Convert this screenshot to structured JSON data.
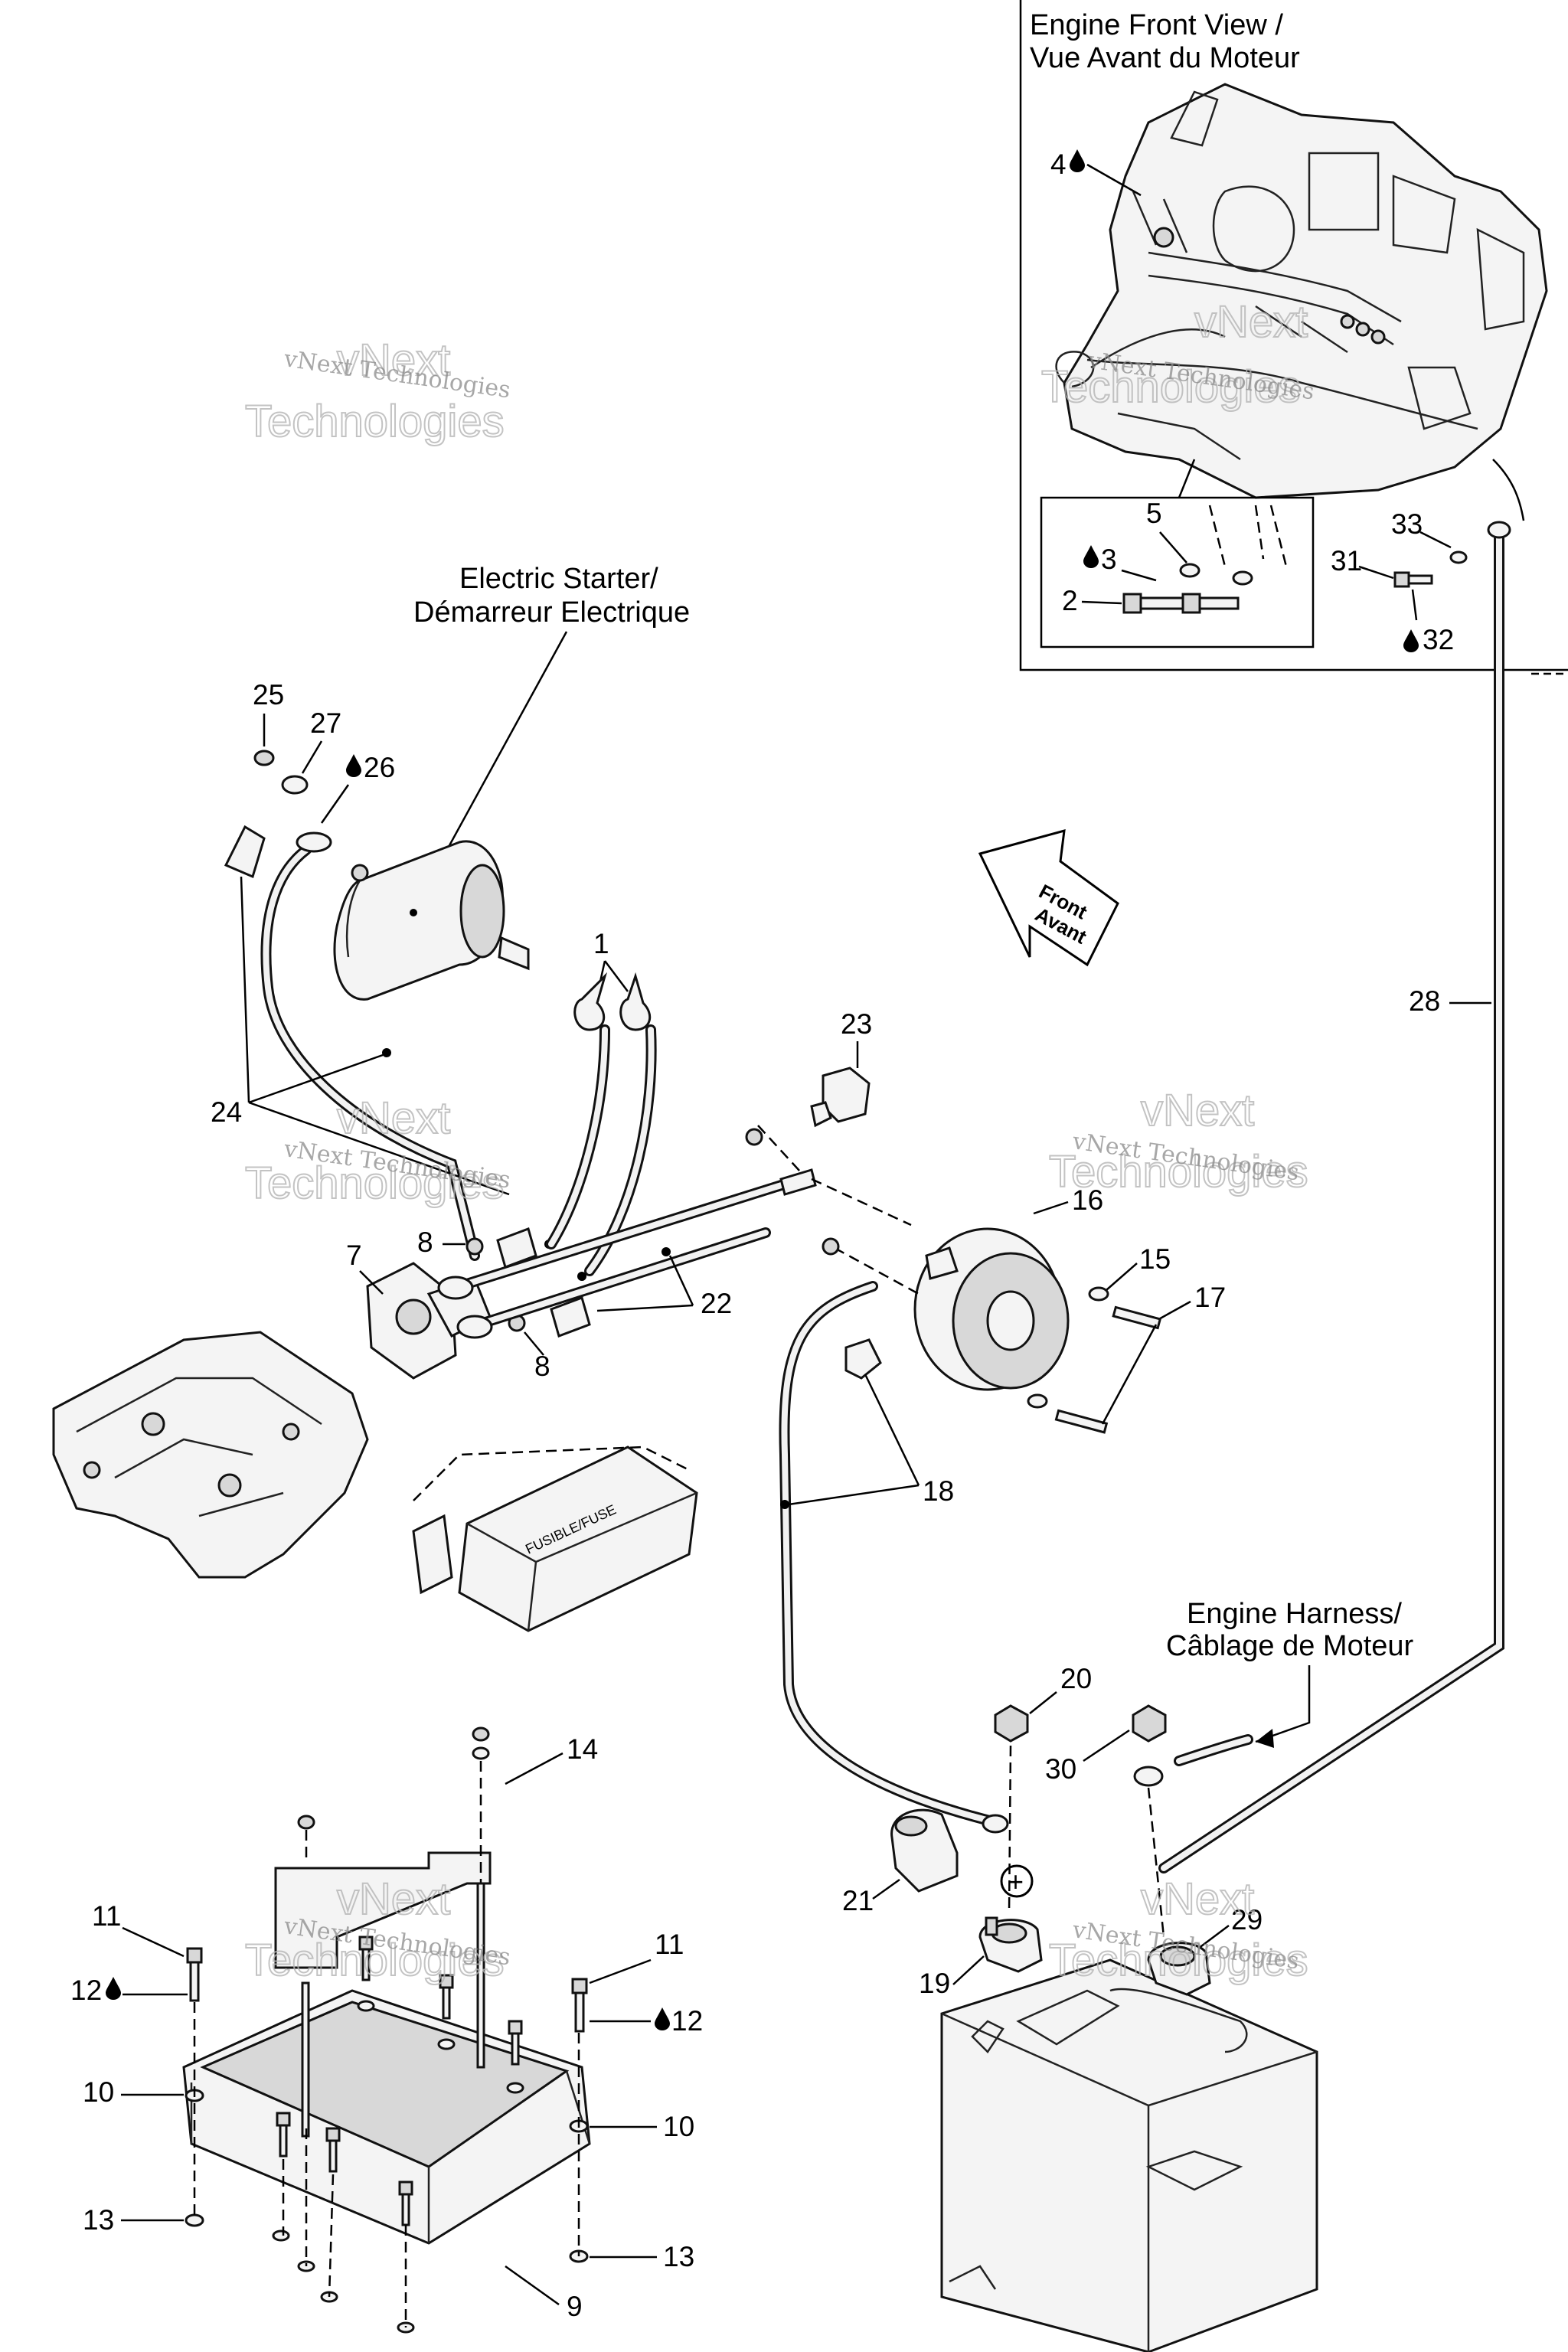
{
  "titles": {
    "engine_front_1": "Engine Front View /",
    "engine_front_2": "Vue Avant du Moteur",
    "starter_1": "Electric Starter/",
    "starter_2": "Démarreur Electrique",
    "harness_1": "Engine Harness/",
    "harness_2": "Câblage de Moteur",
    "front_1": "Front",
    "front_2": "Avant",
    "fuse": "FUSIBLE/FUSE",
    "plus": "+"
  },
  "watermark": {
    "line1": "vNext Technologies",
    "line2": "vNext",
    "line3": "Technologies"
  },
  "labels": {
    "n1": "1",
    "n2": "2",
    "n3": "3",
    "n4": "4",
    "n5": "5",
    "n7": "7",
    "n8a": "8",
    "n8b": "8",
    "n9": "9",
    "n10a": "10",
    "n10b": "10",
    "n11a": "11",
    "n11b": "11",
    "n12a": "12",
    "n12b": "12",
    "n13a": "13",
    "n13b": "13",
    "n14": "14",
    "n15": "15",
    "n16": "16",
    "n17": "17",
    "n18": "18",
    "n19": "19",
    "n20": "20",
    "n21": "21",
    "n22": "22",
    "n23": "23",
    "n24": "24",
    "n25": "25",
    "n26": "26",
    "n27": "27",
    "n28": "28",
    "n29": "29",
    "n30": "30",
    "n31": "31",
    "n32": "32",
    "n33": "33"
  }
}
